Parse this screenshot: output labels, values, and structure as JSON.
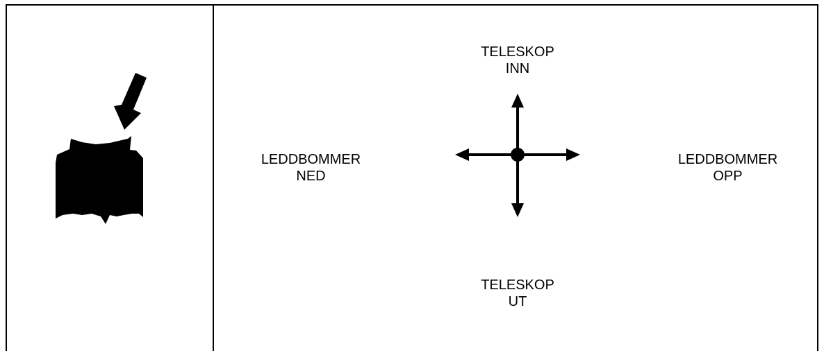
{
  "labels": {
    "top": {
      "line1": "TELESKOP",
      "line2": "INN"
    },
    "bottom": {
      "line1": "TELESKOP",
      "line2": "UT"
    },
    "left": {
      "line1": "LEDDBOMMER",
      "line2": "NED"
    },
    "right": {
      "line1": "LEDDBOMMER",
      "line2": "OPP"
    }
  },
  "icons": {
    "control": "joystick-press-icon",
    "directions": "four-way-arrows-icon"
  },
  "colors": {
    "ink": "#000000",
    "background": "#ffffff"
  }
}
